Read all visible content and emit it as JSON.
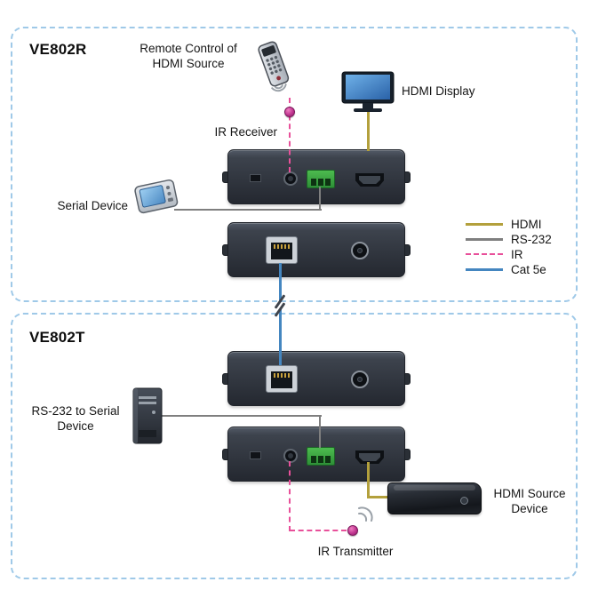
{
  "receiver_section": {
    "model": "VE802R",
    "remote_label": "Remote Control of HDMI Source",
    "display_label": "HDMI Display",
    "ir_receiver_label": "IR Receiver",
    "serial_device_label": "Serial Device"
  },
  "transmitter_section": {
    "model": "VE802T",
    "rs232_label": "RS-232 to Serial Device",
    "hdmi_source_label": "HDMI Source Device",
    "ir_transmitter_label": "IR Transmitter"
  },
  "legend": {
    "items": [
      {
        "label": "HDMI",
        "color": "#B3A03C",
        "line_style": "solid"
      },
      {
        "label": "RS-232",
        "color": "#7F7F7F",
        "line_style": "solid"
      },
      {
        "label": "IR",
        "color": "#E8509A",
        "line_style": "dashed"
      },
      {
        "label": "Cat 5e",
        "color": "#4486C0",
        "line_style": "solid"
      }
    ]
  }
}
